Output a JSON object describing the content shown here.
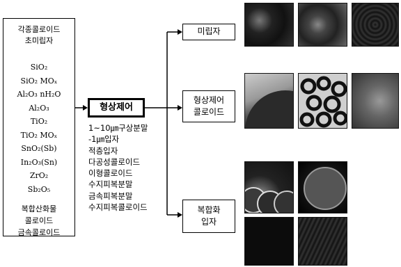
{
  "source_box": {
    "heading": [
      "각종콜로이드",
      "초미립자"
    ],
    "chemicals": [
      "SiO₂",
      "SiO₂ MOₓ",
      "Al₂O₃ nH₂O",
      "Al₂O₃",
      "TiO₂",
      "TiO₂ MOₓ",
      "SnO₂(Sb)",
      "In₂O₃(Sn)",
      "ZrO₂",
      "Sb₂O₅"
    ],
    "footer": [
      "복합산화물",
      "콜로이드",
      "금속콜로이드"
    ]
  },
  "control_box": {
    "label": "형상제어"
  },
  "product_list": [
    "1~10㎛구상분말",
    "-1㎛입자",
    "적층입자",
    "다공성콜로이드",
    "이형콜로이드",
    "수지피복분말",
    "금속피복분말",
    "수지피복콜로이드"
  ],
  "outputs": {
    "fine_particles": "미립자",
    "shape_colloid": [
      "형상제어",
      "콜로이드"
    ],
    "composite": [
      "복합화",
      "입자"
    ]
  }
}
